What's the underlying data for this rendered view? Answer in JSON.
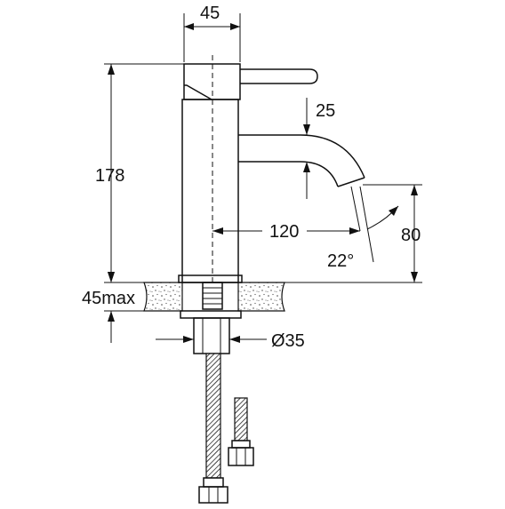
{
  "dimensions": {
    "width_top": "45",
    "height": "178",
    "spout_drop": "25",
    "reach": "120",
    "spout_clearance": "80",
    "angle": "22°",
    "max_counter": "45max",
    "hole_diameter": "Ø35"
  },
  "colors": {
    "line": "#111111",
    "background": "#ffffff",
    "granite_speckle": "#444444"
  }
}
